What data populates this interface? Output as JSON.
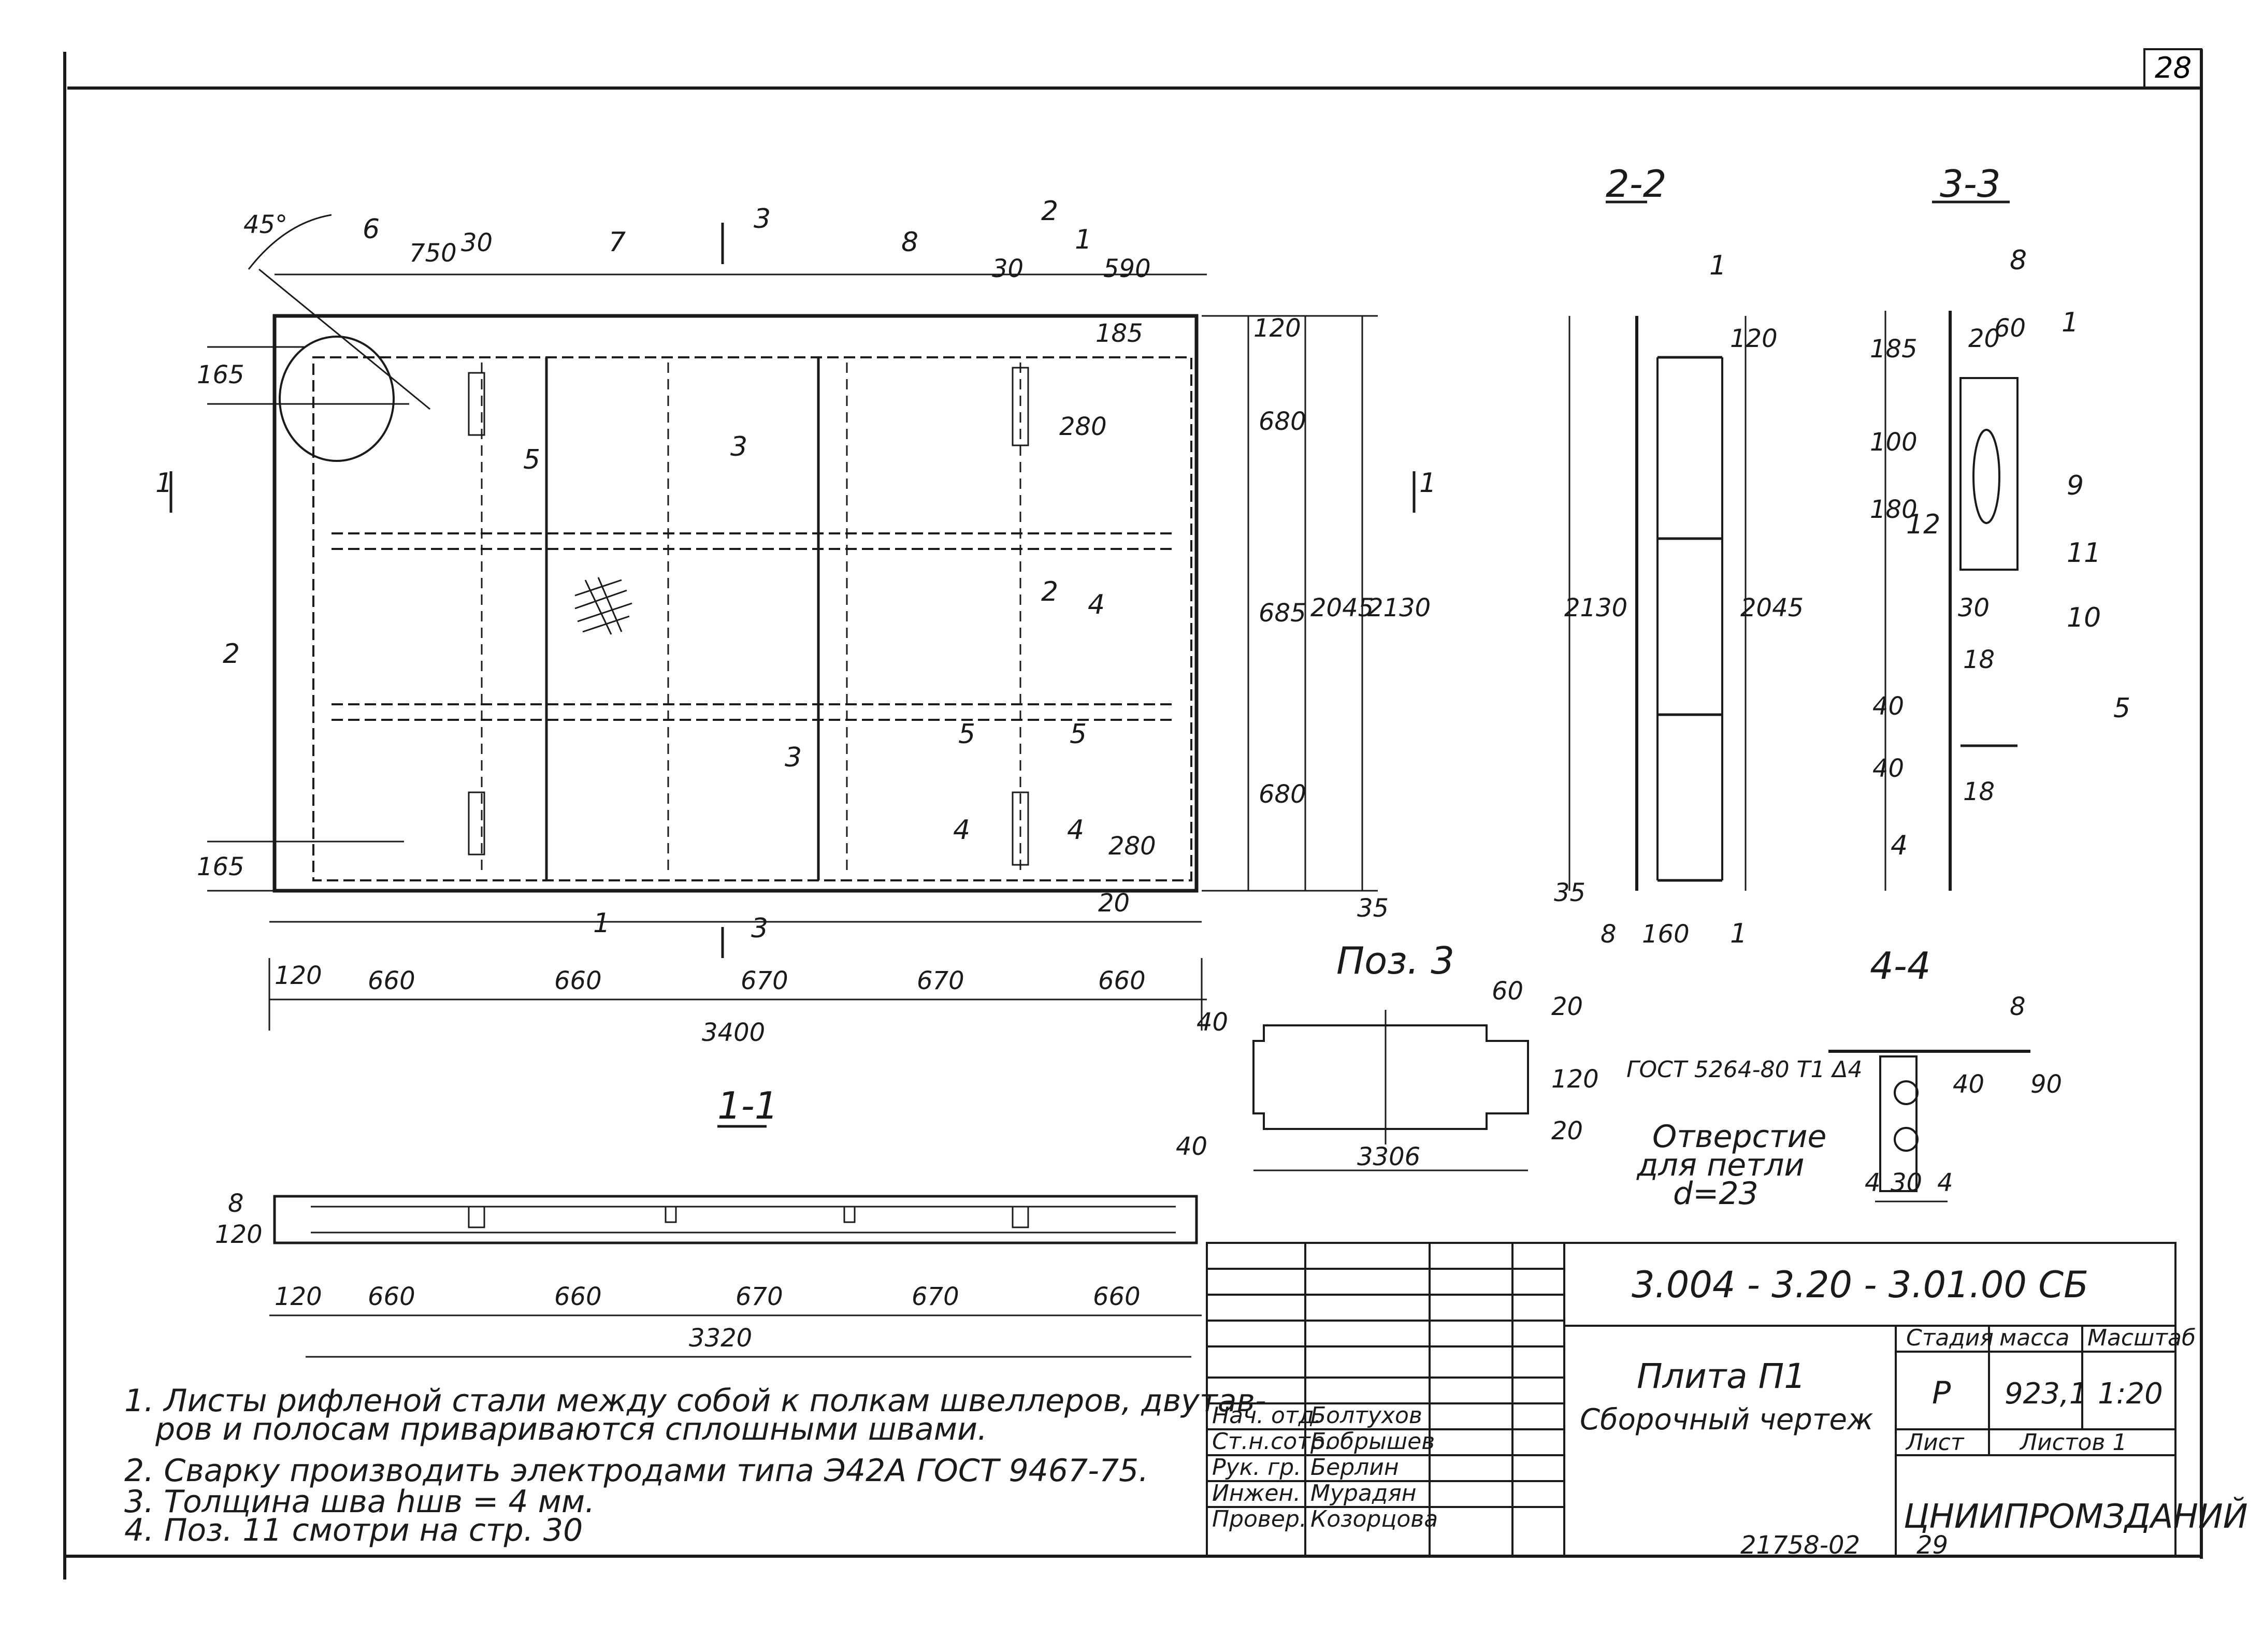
{
  "page_number": "28",
  "drawing_code": "3.004 - 3.20 - 3.01.00 СБ",
  "title": {
    "name": "Плита П1",
    "subtitle": "Сборочный чертеж"
  },
  "stage": {
    "header": "Стадия",
    "value": "Р"
  },
  "mass": {
    "header": "масса",
    "value": "923,1"
  },
  "scale": {
    "header": "Масштаб",
    "value": "1:20"
  },
  "sheet": {
    "label": "Лист",
    "sheets_label": "Листов 1"
  },
  "organization": "ЦНИИПРОМЗДАНИЙ",
  "signatures": [
    {
      "role": "Нач. отд.",
      "name": "Болтухов"
    },
    {
      "role": "Ст.н.сотр.",
      "name": "Бобрышев"
    },
    {
      "role": "Рук. гр.",
      "name": "Берлин"
    },
    {
      "role": "Инжен.",
      "name": "Мурадян"
    },
    {
      "role": "Провер.",
      "name": "Козорцова"
    }
  ],
  "footer": {
    "inventory": "21758-02",
    "page": "29"
  },
  "notes": [
    "1. Листы рифленой стали между собой к полкам швеллеров, двутав-",
    "ров и полосам привариваются сплошными швами.",
    "2. Сварку производить электродами типа Э42А ГОСТ 9467-75.",
    "3. Толщина шва hшв = 4 мм.",
    "4. Поз. 11 смотри на стр. 30"
  ],
  "plan": {
    "angle": "45°",
    "top_dims": [
      "750",
      "30",
      "30",
      "590"
    ],
    "positions": [
      "1",
      "2",
      "3",
      "3",
      "4",
      "5",
      "5",
      "5",
      "6",
      "7",
      "8"
    ],
    "right_dims": [
      "120",
      "680",
      "685",
      "680",
      "35",
      "2045",
      "2130"
    ],
    "left_dims": [
      "165",
      "165"
    ],
    "inner_dims": [
      "185",
      "280",
      "280",
      "20",
      "4",
      "4"
    ],
    "bottom_dims": [
      "120",
      "660",
      "660",
      "670",
      "670",
      "660",
      "40"
    ],
    "overall": "3400",
    "cut_labels": [
      "1",
      "1",
      "2",
      "2",
      "3",
      "3",
      "4",
      "4"
    ]
  },
  "section_1_1": {
    "label": "1-1",
    "dims_left": [
      "8",
      "120"
    ],
    "dims_right": "40",
    "bottom_dims": [
      "120",
      "660",
      "660",
      "670",
      "670",
      "660"
    ],
    "overall": "3320"
  },
  "section_2_2": {
    "label": "2-2",
    "dims": [
      "120",
      "2130",
      "2045",
      "35",
      "8",
      "160"
    ],
    "positions": [
      "1",
      "1"
    ]
  },
  "section_3_3": {
    "label": "3-3",
    "dims": [
      "185",
      "100",
      "180",
      "20",
      "60",
      "30",
      "18",
      "40",
      "40",
      "18"
    ],
    "positions": [
      "8",
      "1",
      "9",
      "11",
      "10",
      "5",
      "4",
      "12"
    ]
  },
  "pos3": {
    "label": "Поз. 3",
    "dims": [
      "60",
      "20",
      "120",
      "20",
      "3306"
    ]
  },
  "section_4_4": {
    "label": "4-4",
    "weld": "ГОСТ 5264-80 Т1 Δ4",
    "hole_note": [
      "Отверстие",
      "для петли",
      "d=23"
    ],
    "dims": [
      "8",
      "40",
      "90",
      "4",
      "30",
      "4"
    ]
  }
}
